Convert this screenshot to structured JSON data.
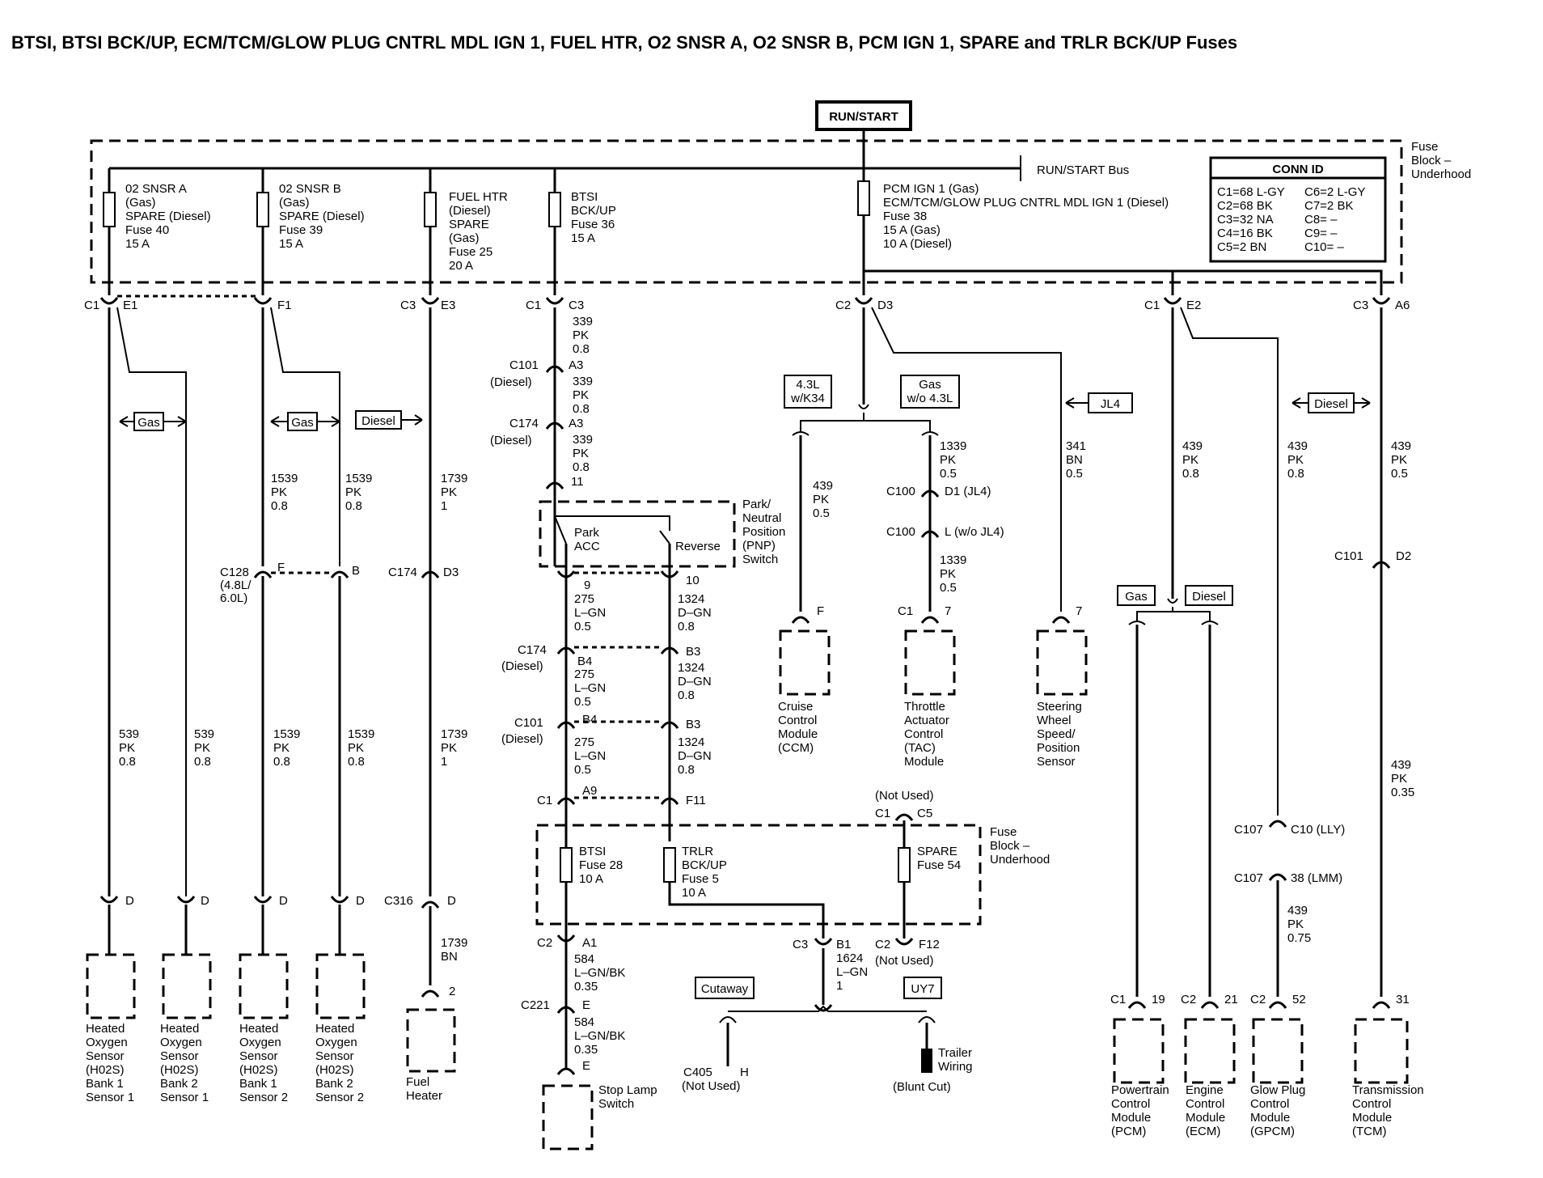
{
  "title": "BTSI, BTSI BCK/UP, ECM/TCM/GLOW PLUG CNTRL MDL IGN 1, FUEL HTR, O2 SNSR A, O2 SNSR B, PCM IGN 1, SPARE and TRLR BCK/UP Fuses",
  "run_start": "RUN/START",
  "run_start_bus": "RUN/START Bus",
  "fuse_block": [
    "Fuse",
    "Block –",
    "Underhood"
  ],
  "conn_id": {
    "title": "CONN ID",
    "left": [
      "C1=68 L-GY",
      "C2=68 BK",
      "C3=32 NA",
      "C4=16 BK",
      "C5=2 BN"
    ],
    "right": [
      "C6=2 L-GY",
      "C7=2 BK",
      "C8= –",
      "C9= –",
      "C10= –"
    ]
  },
  "fuses_top": [
    [
      "02 SNSR A",
      "(Gas)",
      "SPARE (Diesel)",
      "Fuse 40",
      "15 A"
    ],
    [
      "02 SNSR B",
      "(Gas)",
      "SPARE (Diesel)",
      "Fuse 39",
      "15 A"
    ],
    [
      "FUEL HTR",
      "(Diesel)",
      "SPARE",
      "(Gas)",
      "Fuse 25",
      "20 A"
    ],
    [
      "BTSI",
      "BCK/UP",
      "Fuse 36",
      "15 A"
    ],
    [
      "PCM IGN 1 (Gas)",
      "ECM/TCM/GLOW PLUG CNTRL MDL IGN 1 (Diesel)",
      "Fuse 38",
      "15 A (Gas)",
      "10 A (Diesel)"
    ]
  ],
  "fuses_bottom": [
    [
      "BTSI",
      "Fuse 28",
      "10 A"
    ],
    [
      "TRLR",
      "BCK/UP",
      "Fuse 5",
      "10 A"
    ],
    [
      "SPARE",
      "Fuse 54"
    ]
  ],
  "fuse_block_2": [
    "Fuse",
    "Block –",
    "Underhood"
  ],
  "not_used": "(Not Used)",
  "options": {
    "gas": "Gas",
    "diesel": "Diesel",
    "jl4": "JL4",
    "k34": [
      "4.3L",
      "w/K34"
    ],
    "gas_wo": [
      "Gas",
      "w/o 4.3L"
    ],
    "cutaway": "Cutaway",
    "uy7": "UY7"
  },
  "connectors": {
    "c1": "C1",
    "c2": "C2",
    "c3": "C3",
    "e1": "E1",
    "f1": "F1",
    "e3": "E3",
    "c3p": "C3",
    "d3": "D3",
    "e2": "E2",
    "a6": "A6",
    "c101": "C101",
    "c174": "C174",
    "c128": "C128",
    "c100": "C100",
    "c107": "C107",
    "c316": "C316",
    "c221": "C221",
    "c405": "C405",
    "diesel_paren": "(Diesel)",
    "c128_note": [
      "(4.8L/",
      "6.0L)"
    ],
    "a3": "A3",
    "a3b": "A3",
    "p11": "11",
    "p9": "9",
    "p10": "10",
    "b4": "B4",
    "b3": "B3",
    "b4b": "B4",
    "b3b": "B3",
    "a9": "A9",
    "f11": "F11",
    "c5": "C5",
    "a1": "A1",
    "b1": "B1",
    "f12": "F12",
    "e": "E",
    "e2b": "E",
    "h": "H",
    "f": "F",
    "b": "B",
    "d3b": "D3",
    "d2": "D2",
    "d": "D",
    "d_2": "D",
    "d_3": "D",
    "d_4": "D",
    "d_5": "D",
    "f_ccm": "F",
    "p7": "7",
    "p7b": "7",
    "p2": "2",
    "d1": "D1 (JL4)",
    "l": "L (w/o JL4)",
    "c10": "C10 (LLY)",
    "c38": "38 (LMM)",
    "p19": "19",
    "p21": "21",
    "p52": "52",
    "p31": "31"
  },
  "wires": {
    "w339": [
      "339",
      "PK",
      "0.8"
    ],
    "w1539a": [
      "1539",
      "PK",
      "0.8"
    ],
    "w1539b": [
      "1539",
      "PK",
      "0.8"
    ],
    "w1739": [
      "1739",
      "PK",
      "1"
    ],
    "w275": [
      "275",
      "L–GN",
      "0.5"
    ],
    "w1324": [
      "1324",
      "D–GN",
      "0.8"
    ],
    "w539a": [
      "539",
      "PK",
      "0.8"
    ],
    "w539b": [
      "539",
      "PK",
      "0.8"
    ],
    "w1739bn": [
      "1739",
      "BN"
    ],
    "w584": [
      "584",
      "L–GN/BK",
      "0.35"
    ],
    "w1624": [
      "1624",
      "L–GN",
      "1"
    ],
    "w439a": [
      "439",
      "PK",
      "0.5"
    ],
    "w1339": [
      "1339",
      "PK",
      "0.5"
    ],
    "w341": [
      "341",
      "BN",
      "0.5"
    ],
    "w439b": [
      "439",
      "PK",
      "0.8"
    ],
    "w439c": [
      "439",
      "PK",
      "0.8"
    ],
    "w439d": [
      "439",
      "PK",
      "0.5"
    ],
    "w439e": [
      "439",
      "PK",
      "0.75"
    ],
    "w439f": [
      "439",
      "PK",
      "0.35"
    ]
  },
  "pnp": {
    "label": [
      "Park/",
      "Neutral",
      "Position",
      "(PNP)",
      "Switch"
    ],
    "park": [
      "Park",
      "ACC"
    ],
    "reverse": "Reverse"
  },
  "components": {
    "hos1": [
      "Heated",
      "Oxygen",
      "Sensor",
      "(H02S)",
      "Bank 1",
      "Sensor 1"
    ],
    "hos2": [
      "Heated",
      "Oxygen",
      "Sensor",
      "(H02S)",
      "Bank 2",
      "Sensor 1"
    ],
    "hos3": [
      "Heated",
      "Oxygen",
      "Sensor",
      "(H02S)",
      "Bank 1",
      "Sensor 2"
    ],
    "hos4": [
      "Heated",
      "Oxygen",
      "Sensor",
      "(H02S)",
      "Bank 2",
      "Sensor 2"
    ],
    "fuel_heater": [
      "Fuel",
      "Heater"
    ],
    "stop_lamp": [
      "Stop Lamp",
      "Switch"
    ],
    "ccm": [
      "Cruise",
      "Control",
      "Module",
      "(CCM)"
    ],
    "tac": [
      "Throttle",
      "Actuator",
      "Control",
      "(TAC)",
      "Module"
    ],
    "swps": [
      "Steering",
      "Wheel",
      "Speed/",
      "Position",
      "Sensor"
    ],
    "pcm": [
      "Powertrain",
      "Control",
      "Module",
      "(PCM)"
    ],
    "ecm": [
      "Engine",
      "Control",
      "Module",
      "(ECM)"
    ],
    "gpcm": [
      "Glow Plug",
      "Control",
      "Module",
      "(GPCM)"
    ],
    "tcm": [
      "Transmission",
      "Control",
      "Module",
      "(TCM)"
    ],
    "trailer": [
      "Trailer",
      "Wiring"
    ],
    "blunt_cut": "(Blunt Cut)",
    "c405_note": "(Not Used)"
  }
}
